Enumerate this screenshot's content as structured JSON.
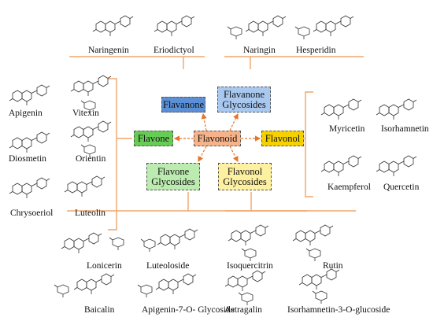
{
  "center": {
    "label": "Flavonoid",
    "color": "#f6b38a"
  },
  "categories": {
    "flavanone": {
      "label": "Flavanone",
      "color": "#5b8fd6"
    },
    "flavanone_glycosides": {
      "line1": "Flavanone",
      "line2": "Glycosides",
      "color": "#a9c8ef"
    },
    "flavone": {
      "label": "Flavone",
      "color": "#66cc55"
    },
    "flavonol": {
      "label": "Flavonol",
      "color": "#f5d100"
    },
    "flavone_glycosides": {
      "line1": "Flavone",
      "line2": "Glycosides",
      "color": "#bcebb0"
    },
    "flavonol_glycosides": {
      "line1": "Flavonol",
      "line2": "Glycosides",
      "color": "#fdf0a0"
    }
  },
  "compounds": {
    "naringenin": "Naringenin",
    "eriodictyol": "Eriodictyol",
    "naringin": "Naringin",
    "hesperidin": "Hesperidin",
    "apigenin": "Apigenin",
    "vitexin": "Vitexin",
    "diosmetin": "Diosmetin",
    "orientin": "Orientin",
    "chrysoeriol": "Chrysoeriol",
    "luteolin": "Luteolin",
    "myricetin": "Myricetin",
    "isorhamnetin": "Isorhamnetin",
    "kaempferol": "Kaempferol",
    "quercetin": "Quercetin",
    "lonicerin": "Lonicerin",
    "luteoloside": "Luteoloside",
    "baicalin": "Baicalin",
    "apigenin7": "Apigenin-7-O- Glycoside",
    "isoquercitrin": "Isoquercitrin",
    "rutin": "Rutin",
    "astragalin": "Astragalin",
    "isorhamnetin3": "Isorhamnetin-3-O-glucoside"
  },
  "colors": {
    "connector": "#f0a56a",
    "arrow": "#e8742a",
    "structure": "#333333"
  }
}
